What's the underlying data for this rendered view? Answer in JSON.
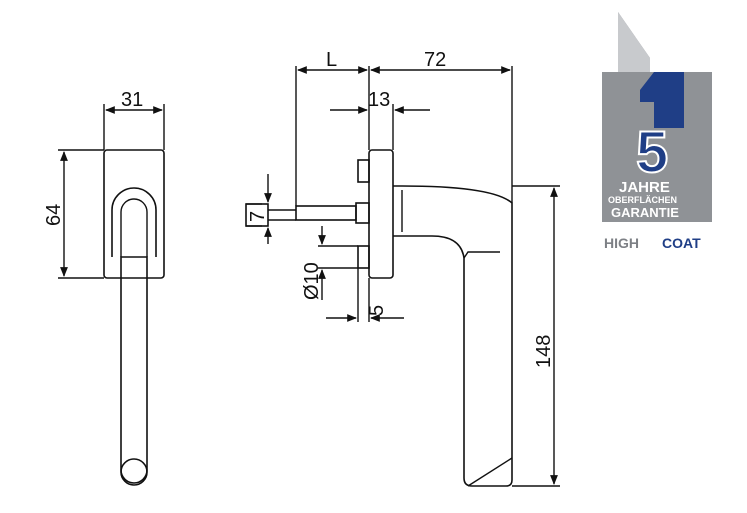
{
  "dimensions": {
    "rosette_width": "31",
    "rosette_height": "64",
    "spindle_length": "L",
    "handle_depth": "72",
    "rosette_depth": "13",
    "spindle_square": "7",
    "screw_diameter": "Ø10",
    "screw_offset": "5",
    "handle_length": "148"
  },
  "badge": {
    "number": "5",
    "line1": "JAHRE",
    "line2": "OBERFLÄCHEN",
    "line3": "GARANTIE",
    "brand_part1": "HIGH",
    "brand_part2": "COAT"
  },
  "colors": {
    "badge_gray": "#8f9296",
    "badge_light": "#c8cacd",
    "badge_blue": "#1f3e86",
    "brand_gray": "#7d8085"
  }
}
